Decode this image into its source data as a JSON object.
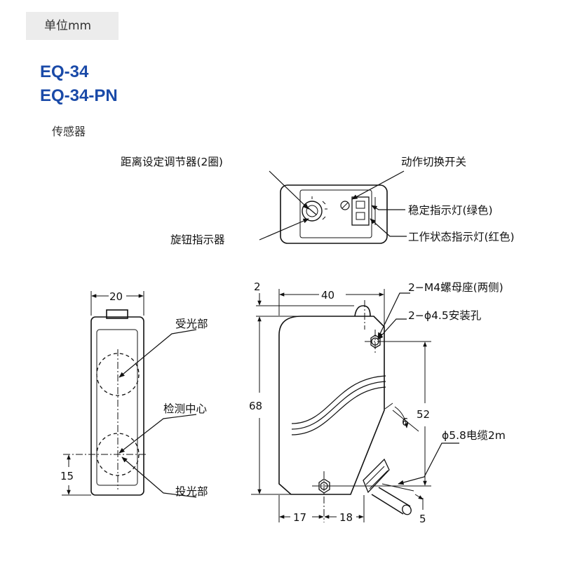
{
  "unit_label": "单位mm",
  "models": [
    "EQ-34",
    "EQ-34-PN"
  ],
  "subtitle": "传感器",
  "top_view": {
    "labels": {
      "distance_adjuster": "距离设定调节器(2圈)",
      "mode_switch": "动作切换开关",
      "stable_indicator": "稳定指示灯(绿色)",
      "operation_indicator": "工作状态指示灯(红色)",
      "knob_pointer": "旋钮指示器"
    }
  },
  "front_view": {
    "labels": {
      "receiver": "受光部",
      "detection_center": "检测中心",
      "emitter": "投光部"
    },
    "dims": {
      "width": "20",
      "offset": "15"
    }
  },
  "side_view": {
    "labels": {
      "nut_seat": "2−M4螺母座(两侧)",
      "mount_hole": "2−ϕ4.5安装孔",
      "cable": "ϕ5.8电缆2m"
    },
    "dims": {
      "top_gap": "2",
      "width": "40",
      "height": "68",
      "hole_pitch": "52",
      "cable_angle": "6",
      "bottom_left": "17",
      "bottom_mid": "18",
      "cable_end": "5"
    }
  }
}
